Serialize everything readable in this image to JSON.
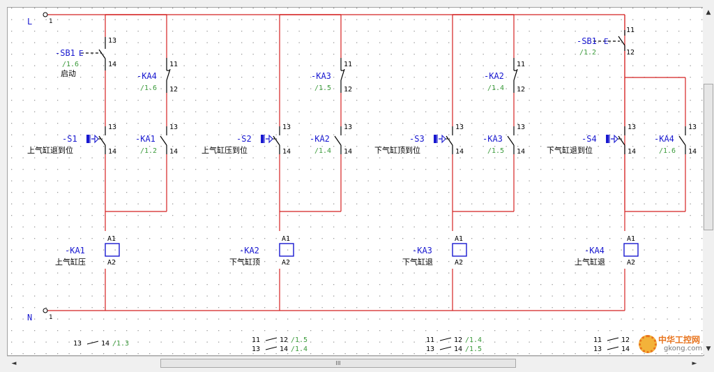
{
  "rails": {
    "top": "L",
    "bottom": "N",
    "terminal": "1"
  },
  "terminals": {
    "t11": "11",
    "t12": "12",
    "t13": "13",
    "t14": "14",
    "a1": "A1",
    "a2": "A2"
  },
  "start_button": {
    "tag": "-SB1",
    "symbol": "E",
    "ref": "/1.6",
    "caption": "启动"
  },
  "stop_button": {
    "tag": "-SB1",
    "symbol": "E",
    "ref": "/1.2"
  },
  "columns": [
    {
      "nc_tag": "-KA4",
      "nc_ref": "/1.6",
      "sensor_tag": "-S1",
      "sensor_caption": "上气缸退到位",
      "hold_tag": "-KA1",
      "hold_ref": "/1.2",
      "coil_tag": "-KA1",
      "coil_caption": "上气缸压"
    },
    {
      "nc_tag": "-KA3",
      "nc_ref": "/1.5",
      "sensor_tag": "-S2",
      "sensor_caption": "上气缸压到位",
      "hold_tag": "-KA2",
      "hold_ref": "/1.4",
      "coil_tag": "-KA2",
      "coil_caption": "下气缸顶"
    },
    {
      "nc_tag": "-KA2",
      "nc_ref": "/1.4",
      "sensor_tag": "-S3",
      "sensor_caption": "下气缸顶到位",
      "hold_tag": "-KA3",
      "hold_ref": "/1.5",
      "coil_tag": "-KA3",
      "coil_caption": "下气缸退"
    },
    {
      "sensor_tag": "-S4",
      "sensor_caption": "下气缸退到位",
      "hold_tag": "-KA4",
      "hold_ref": "/1.6",
      "coil_tag": "-KA4",
      "coil_caption": "上气缸退"
    }
  ],
  "cross_refs": [
    [
      {
        "a": "13",
        "b": "14",
        "ref": "/1.3"
      }
    ],
    [
      {
        "a": "11",
        "b": "12",
        "ref": "/1.5"
      },
      {
        "a": "13",
        "b": "14",
        "ref": "/1.4"
      }
    ],
    [
      {
        "a": "11",
        "b": "12",
        "ref": "/1.4"
      },
      {
        "a": "13",
        "b": "14",
        "ref": "/1.5"
      }
    ],
    [
      {
        "a": "11",
        "b": "12",
        "ref": ""
      },
      {
        "a": "13",
        "b": "14",
        "ref": ""
      }
    ]
  ],
  "watermark": {
    "line1": "中华工控网",
    "line2": "gkong.com"
  },
  "scrollbar": {
    "grip": "III",
    "up": "▲",
    "down": "▼",
    "left": "◄",
    "right": "►"
  },
  "colors": {
    "wire": "#d42020",
    "tag": "#1818d0",
    "ref": "#3a9a3a",
    "text": "#000000",
    "grid": "#9a9a9a"
  }
}
